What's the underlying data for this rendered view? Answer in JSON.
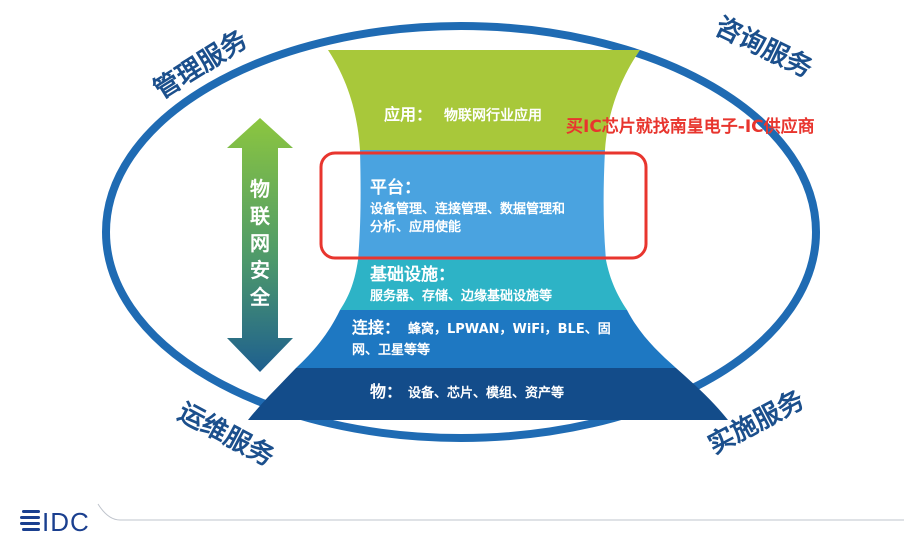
{
  "services": {
    "top_left": "管理服务",
    "top_right": "咨询服务",
    "bottom_left": "运维服务",
    "bottom_right": "实施服务"
  },
  "layers": {
    "application": {
      "title": "应用：",
      "detail": "物联网行业应用",
      "color": "#a8c83a"
    },
    "platform": {
      "title": "平台：",
      "detail_line1": "设备管理、连接管理、数据管理和",
      "detail_line2": "分析、应用使能",
      "color": "#4aa3e0"
    },
    "infrastructure": {
      "title": "基础设施：",
      "detail": "服务器、存储、边缘基础设施等",
      "color": "#2db3c6"
    },
    "connectivity": {
      "title": "连接：",
      "detail_line1": "蜂窝，LPWAN，WiFi，BLE、固",
      "detail_line2": "网、卫星等等",
      "color": "#1e78c2"
    },
    "things": {
      "title": "物：",
      "detail": "设备、芯片、模组、资产等",
      "color": "#134c8a"
    }
  },
  "security": {
    "label_chars": [
      "物",
      "联",
      "网",
      "安",
      "全"
    ]
  },
  "watermark": "买IC芯片就找南皇电子-IC供应商",
  "logo": {
    "text": "IDC"
  },
  "colors": {
    "ellipse_stroke": "#1f6bb3",
    "service_text": "#1b4f8c",
    "highlight": "#e8352e",
    "arrow_top": "#8cc63f",
    "arrow_bottom": "#1e5f8f"
  }
}
